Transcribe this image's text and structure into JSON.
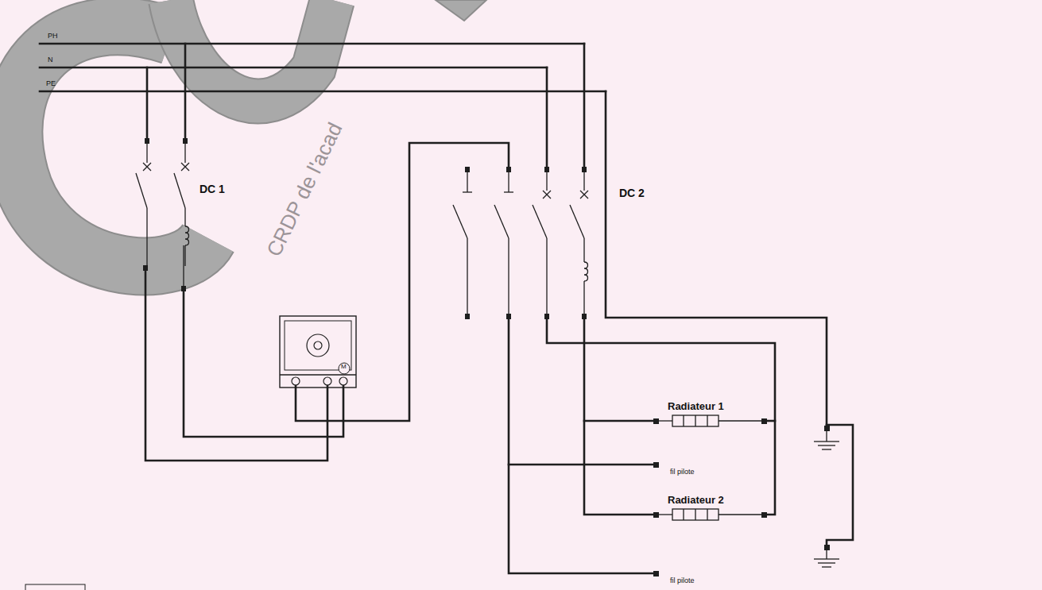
{
  "diagram": {
    "nodes": [
      {
        "text": [
          "Radiateur 1"
        ]
      },
      {
        "text": [
          "Radiateur 2"
        ]
      }
    ],
    "labels": [
      "PH",
      "N",
      "PE",
      "DC 1",
      "DC 2",
      "M",
      "fil pilote",
      "fil pilote",
      "CRDP de l'acad"
    ]
  }
}
